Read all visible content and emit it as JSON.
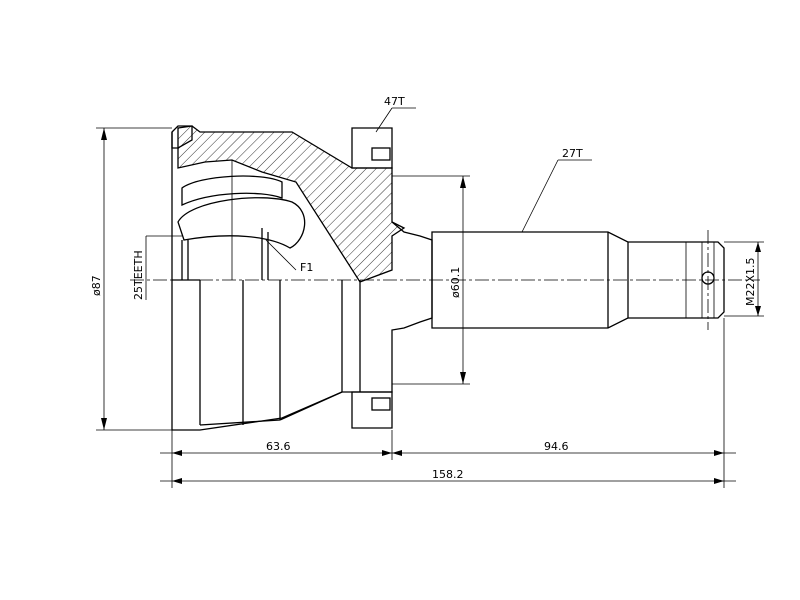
{
  "annotations": {
    "gear_teeth_top": "47T",
    "spline_teeth": "27T",
    "inner_teeth": "25TEETH",
    "feature_mark": "F1"
  },
  "dimensions": {
    "outer_diameter": "ø87",
    "shaft_diameter": "ø60.1",
    "thread": "M22X1.5",
    "length_bell": "63.6",
    "length_shaft": "94.6",
    "length_total": "158.2"
  }
}
